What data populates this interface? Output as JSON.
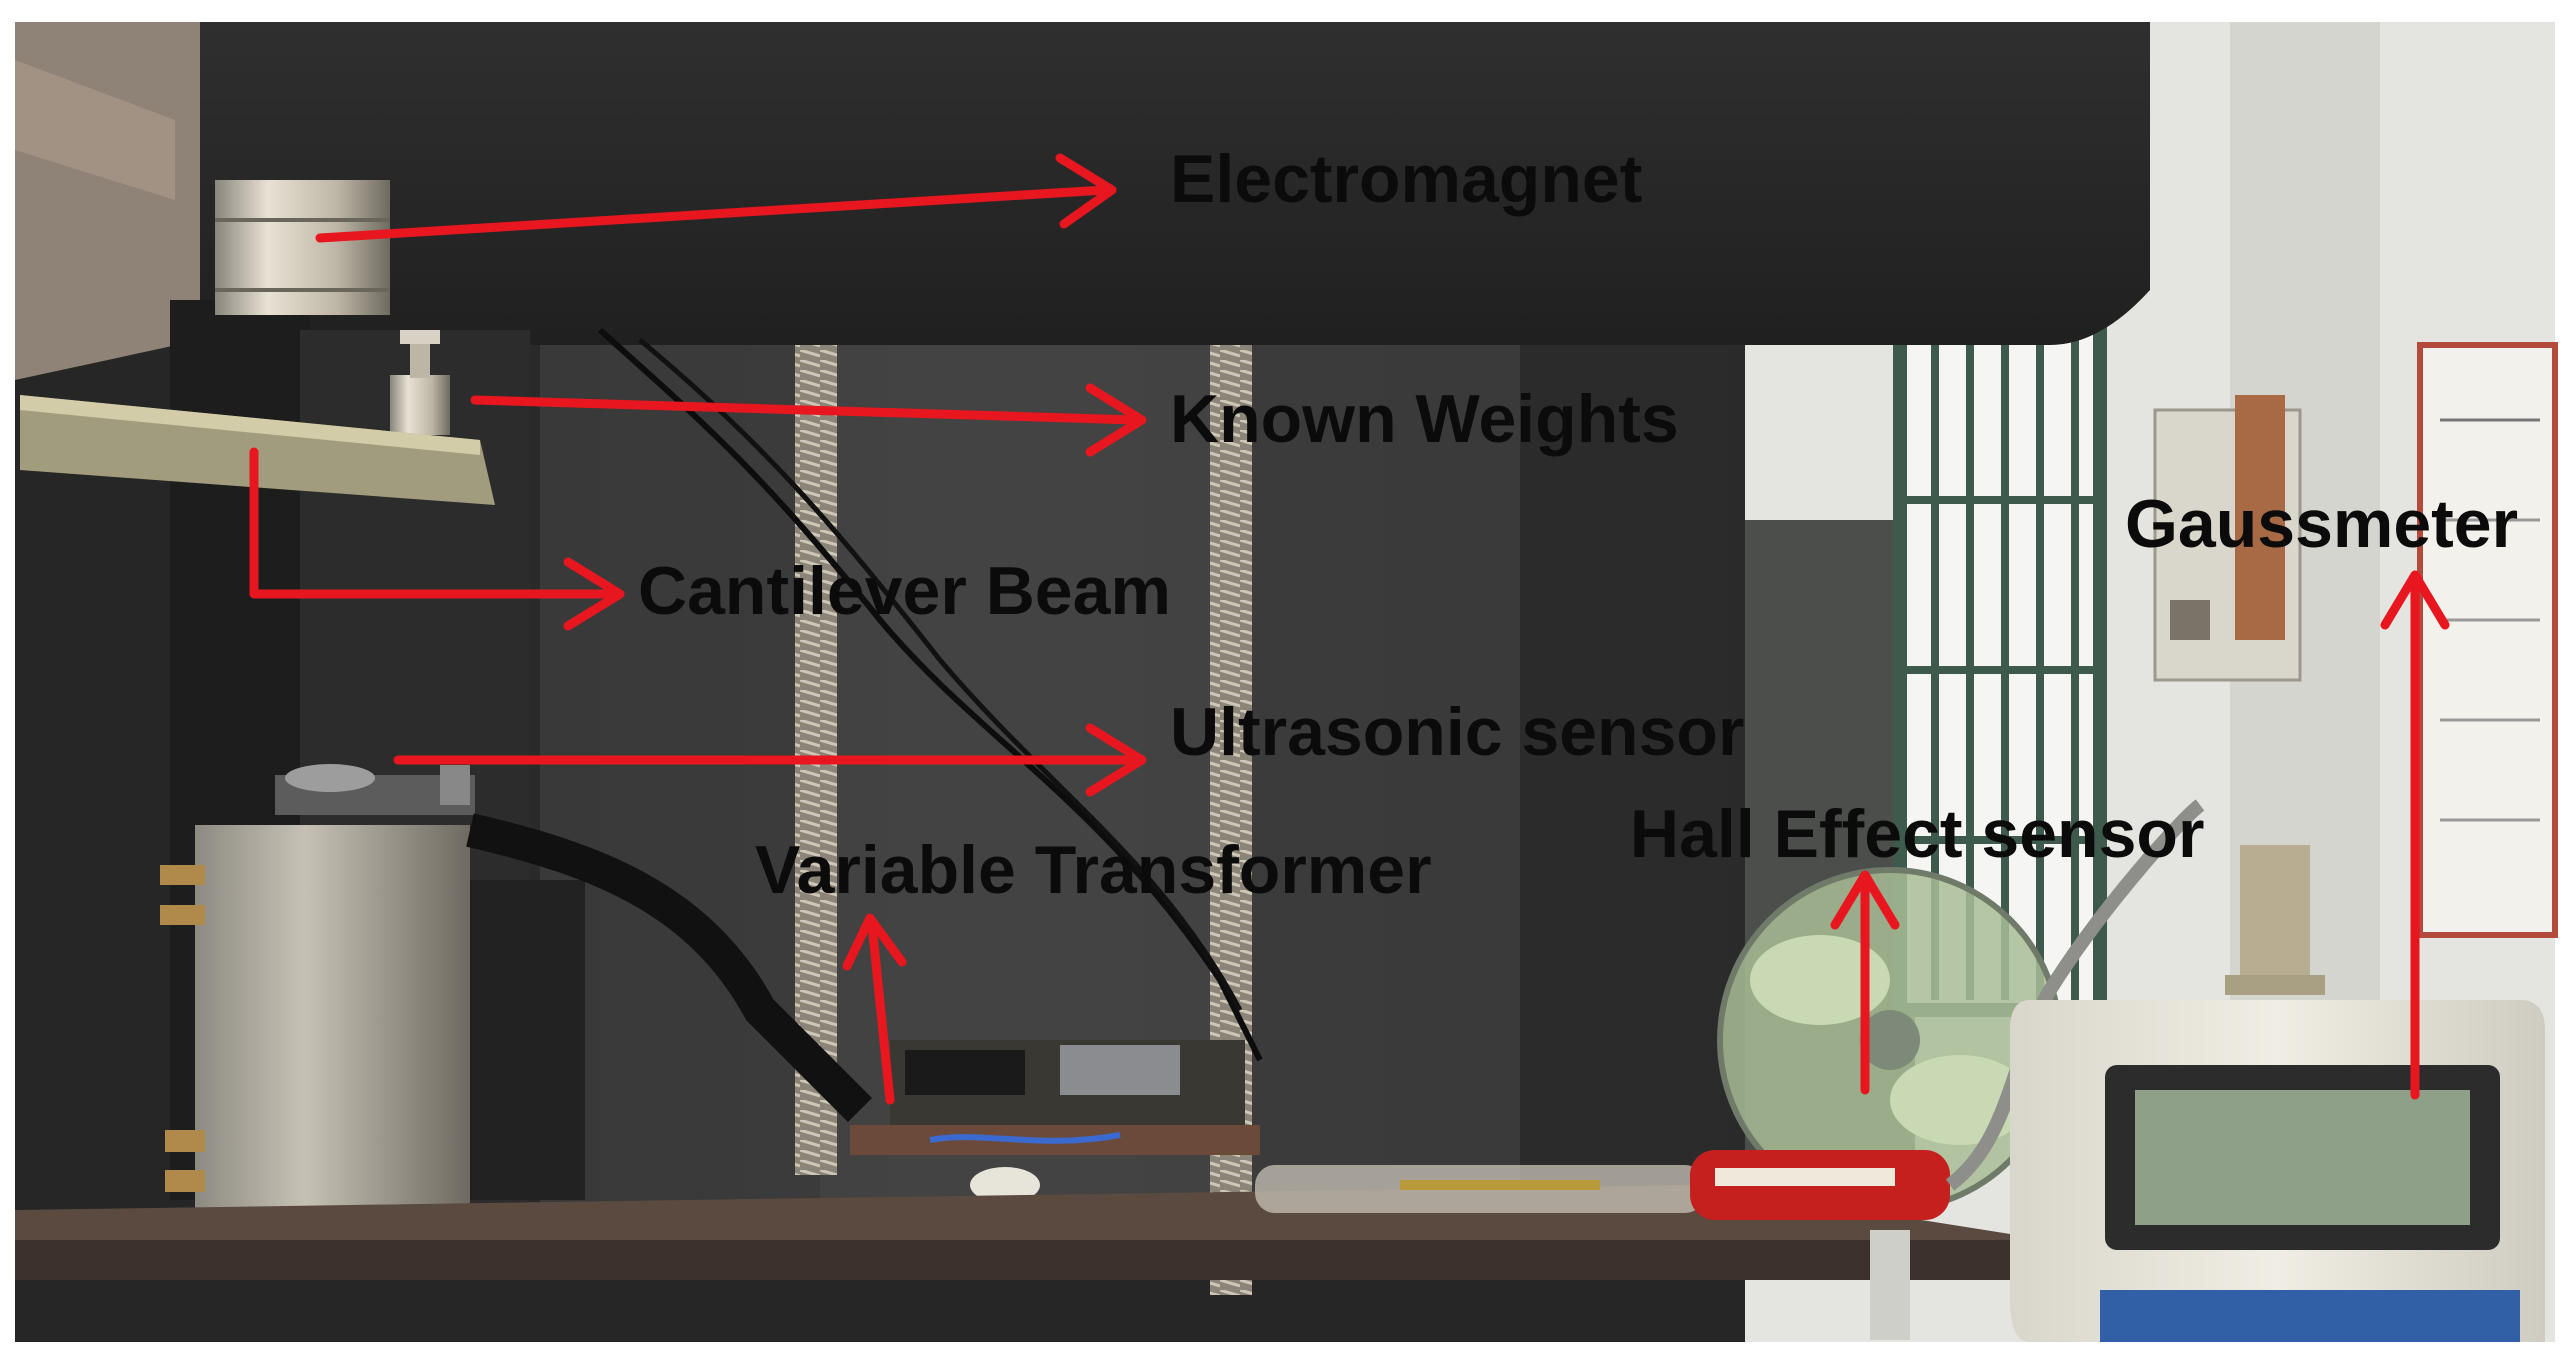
{
  "labels": {
    "electromagnet": "Electromagnet",
    "known_weights": "Known Weights",
    "cantilever_beam": "Cantilever Beam",
    "ultrasonic_sensor": "Ultrasonic sensor",
    "variable_transformer": "Variable Transformer",
    "hall_effect_sensor": "Hall Effect sensor",
    "gaussmeter": "Gaussmeter"
  },
  "colors": {
    "arrow": "#e8161e",
    "label_text": "#0b0b0b"
  }
}
